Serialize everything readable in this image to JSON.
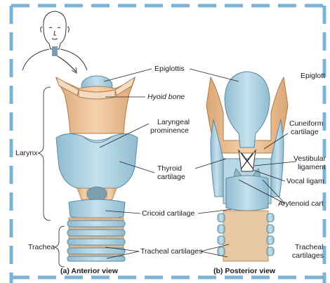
{
  "labels": {
    "epiglottis": "Epiglottis",
    "hyoid_bone": "Hyoid bone",
    "laryngeal_prominence_1": "Laryngeal",
    "laryngeal_prominence_2": "prominence",
    "larynx": "Larynx",
    "thyroid_cartilage_1": "Thyroid",
    "thyroid_cartilage_2": "cartilage",
    "cricoid_cartilage": "Cricoid cartilage",
    "trachea": "Trachea",
    "tracheal_cartilages": "Tracheal cartilages",
    "epiglottis_cut": "Epiglott",
    "cuneiform_1": "Cuneiform",
    "cuneiform_2": "cartilage",
    "vestibular_1": "Vestibular",
    "vestibular_2": "ligament",
    "vocal_ligament": "Vocal ligam",
    "arytenoid": "Arytenoid cart",
    "tracheal_cut_1": "Tracheal",
    "tracheal_cut_2": "cartilages"
  },
  "captions": {
    "anterior": "(a) Anterior view",
    "posterior": "(b) Posterior view"
  },
  "colors": {
    "cartilage_blue": "#a9cfe0",
    "muscle_tan": "#e8b98a",
    "dashed_border": "#7db3d6"
  }
}
